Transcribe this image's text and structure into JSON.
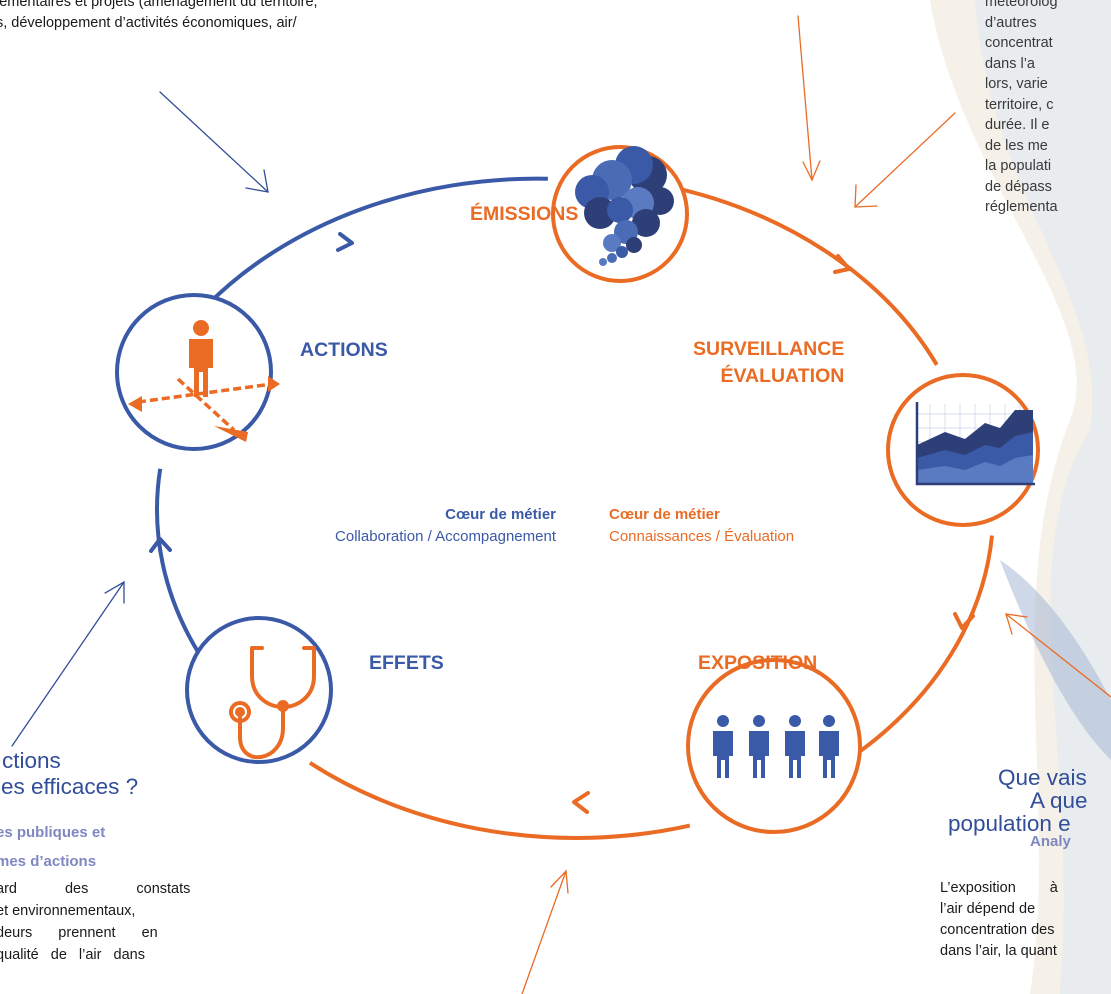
{
  "stages": {
    "emissions": "ÉMISSIONS",
    "actions": "ACTIONS",
    "surveillance_line1": "SURVEILLANCE",
    "surveillance_line2": "ÉVALUATION",
    "exposition": "EXPOSITION",
    "effets": "EFFETS"
  },
  "core_left": {
    "heading": "Cœur de métier",
    "text": "Collaboration / Accompagnement"
  },
  "core_right": {
    "heading": "Cœur de métier",
    "text": "Connaissances / Évaluation"
  },
  "top_left_text": [
    "lementaires et projets (aménagement du territoire,",
    "s, développement d’activités économiques, air/",
    "."
  ],
  "right_text": [
    "météorolog",
    "d’autres",
    "concentrat",
    "dans l’a",
    "lors, varie",
    "territoire, c",
    "durée. Il e",
    "de les me",
    "la populati",
    "de dépass",
    "réglementa"
  ],
  "question_left": {
    "title": [
      "ctions",
      "les efficaces ?"
    ],
    "subtitle": [
      "es publiques et",
      "mes d’actions"
    ],
    "body": [
      "ard des constats",
      "et environnementaux,",
      "deurs prennent en",
      "qualité de l’air dans"
    ]
  },
  "question_right": {
    "title": [
      "Que vais",
      "A que",
      "population e"
    ],
    "subtitle": "Analy",
    "body": [
      "L’exposition à",
      "l’air dépend de",
      "concentration des",
      "dans l’air, la quant"
    ]
  },
  "colors": {
    "orange": "#ea6b24",
    "blue": "#3a5aa8",
    "navy": "#324e9a",
    "lavender": "#7f88c0"
  }
}
